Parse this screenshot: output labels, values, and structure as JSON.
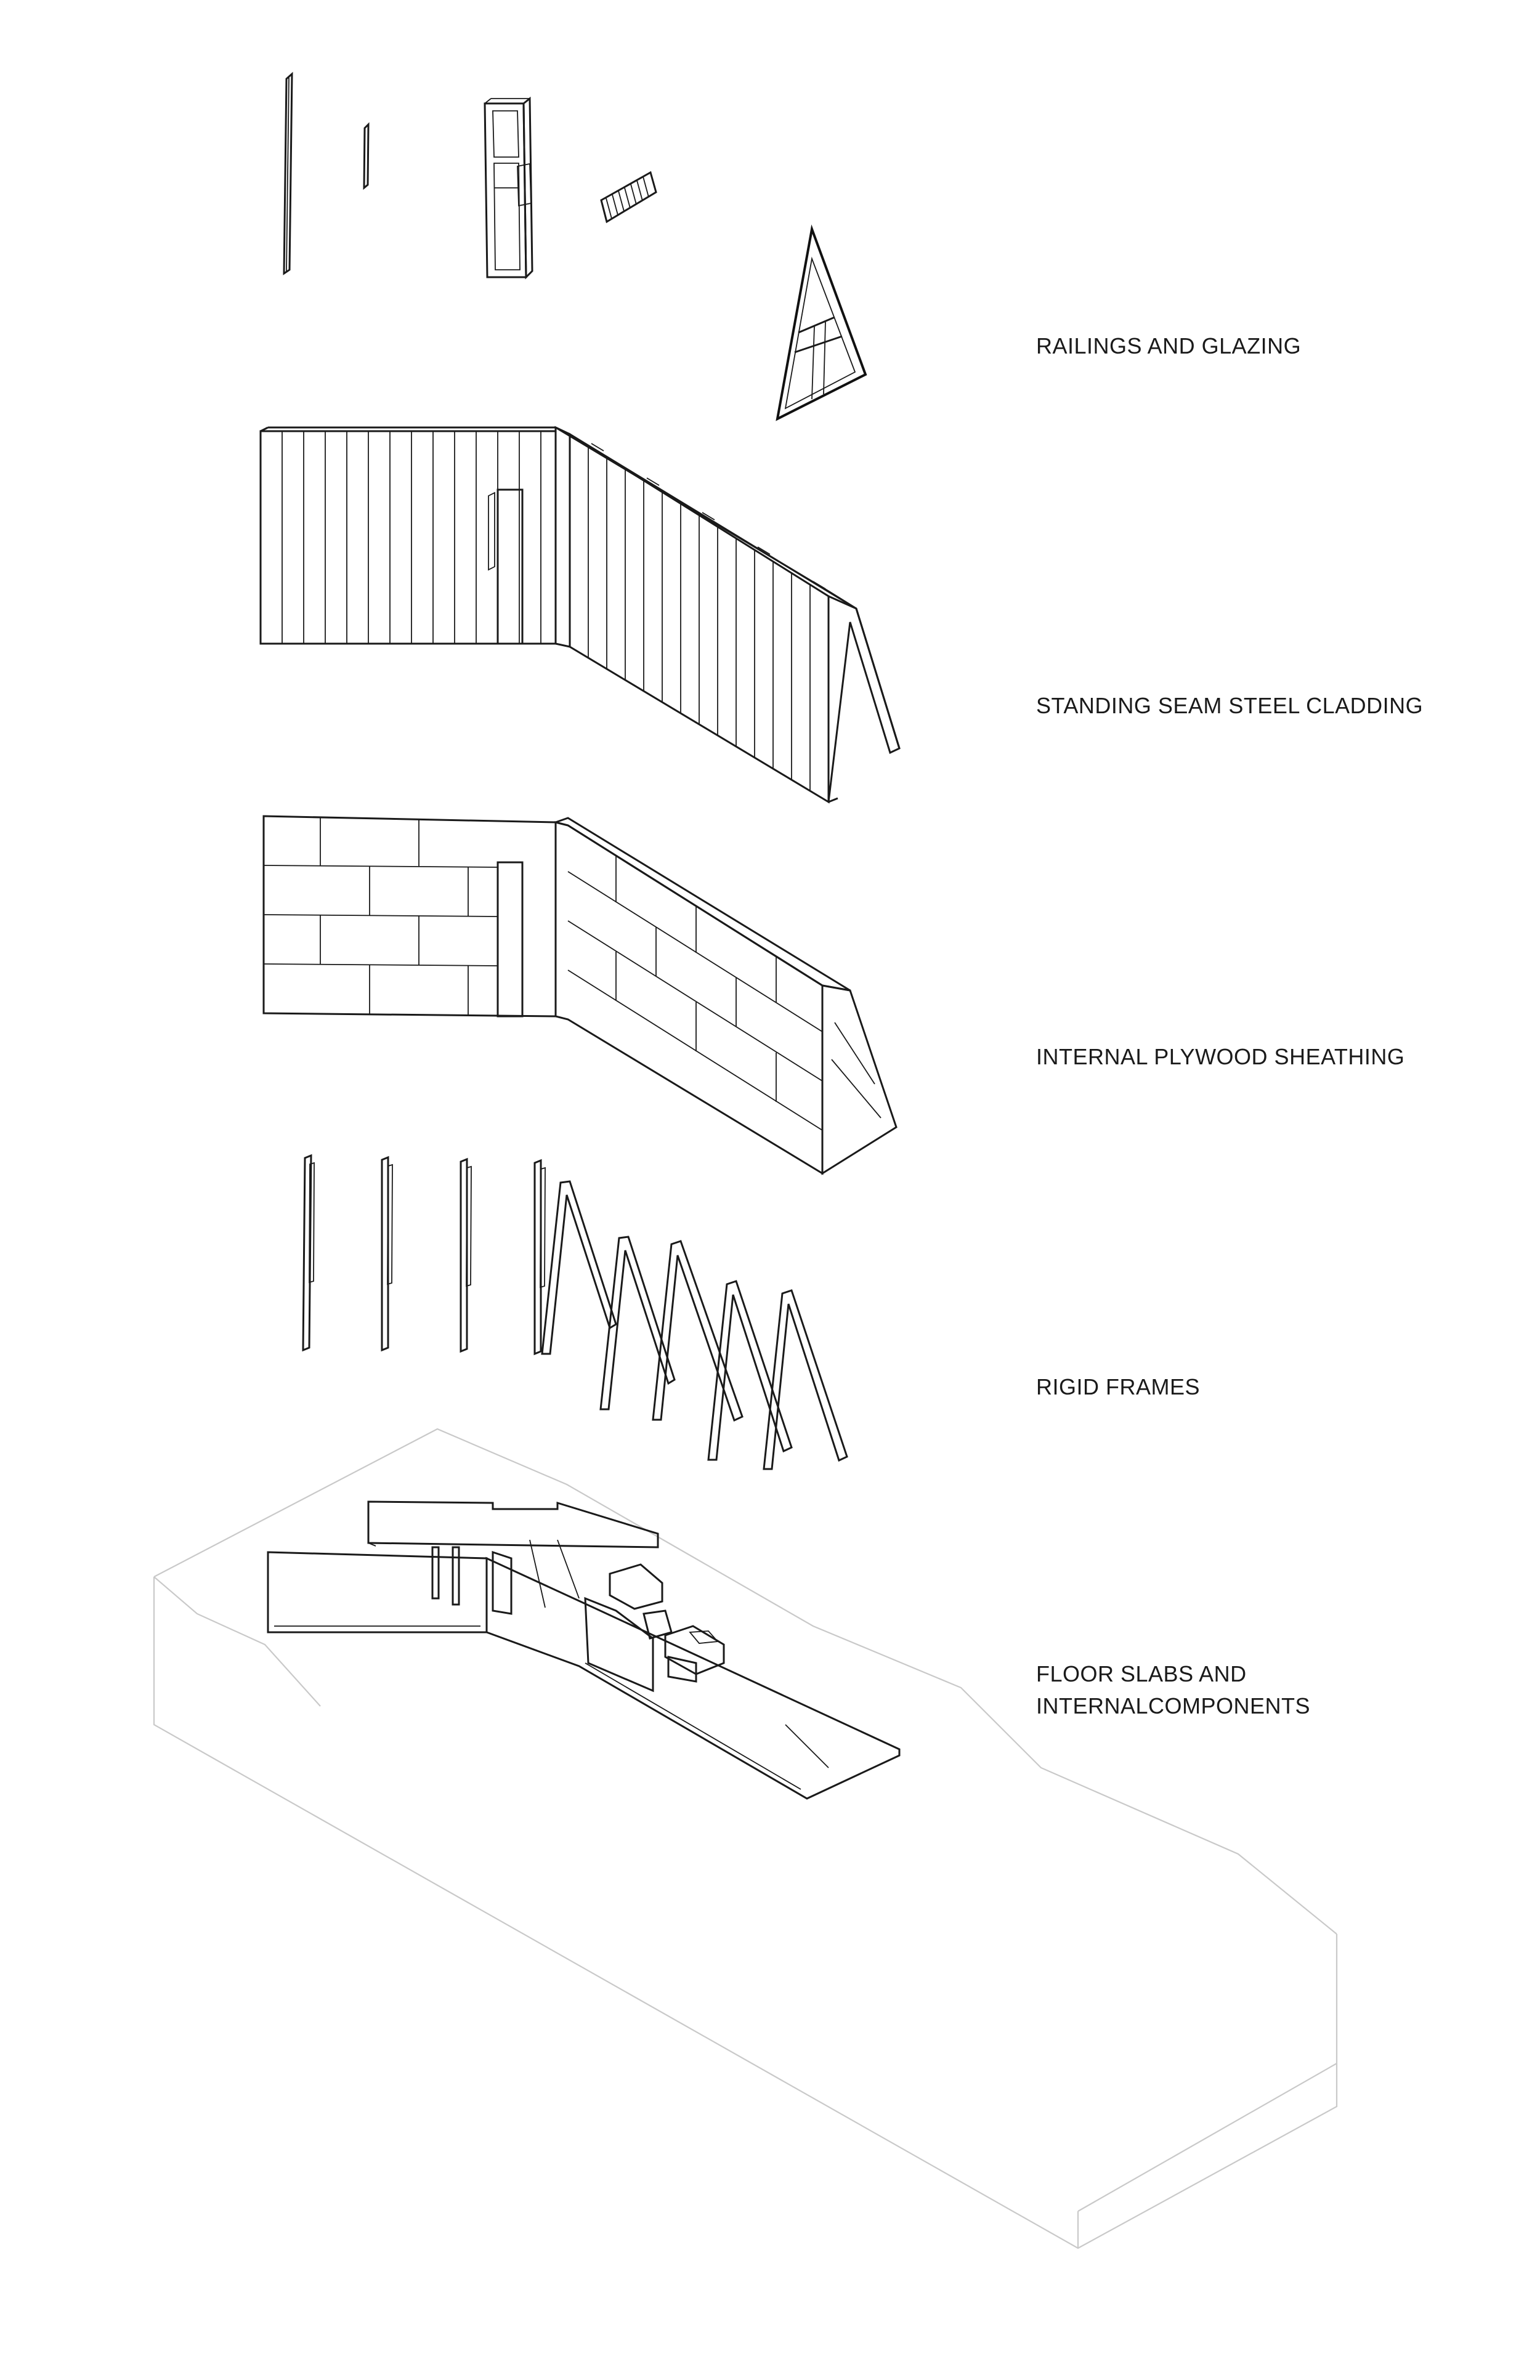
{
  "labels": {
    "railings": "RAILINGS AND GLAZING",
    "cladding": "STANDING SEAM STEEL CLADDING",
    "sheathing": "INTERNAL PLYWOOD SHEATHING",
    "frames": "RIGID FRAMES",
    "floor_line1": "FLOOR SLABS AND",
    "floor_line2": "INTERNALCOMPONENTS"
  },
  "colors": {
    "ink": "#1a1a1a",
    "site_outline": "#c9c9c9",
    "background": "#ffffff"
  }
}
